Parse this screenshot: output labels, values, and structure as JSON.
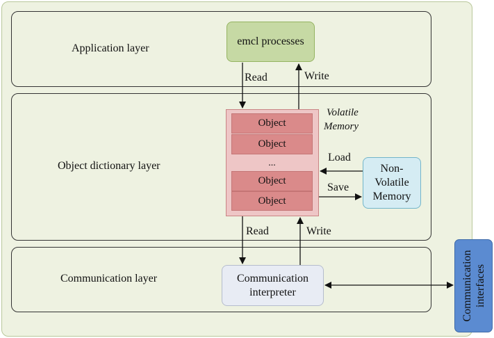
{
  "layers": {
    "application": "Application layer",
    "object_dictionary": "Object dictionary layer",
    "communication": "Communication layer"
  },
  "app_box": "emcl processes",
  "volatile_memory": {
    "label_line1": "Volatile",
    "label_line2": "Memory",
    "objects": [
      "Object",
      "Object",
      "...",
      "Object",
      "Object"
    ]
  },
  "non_volatile_memory": {
    "line1": "Non-",
    "line2": "Volatile",
    "line3": "Memory"
  },
  "comm_interpreter": {
    "line1": "Communication",
    "line2": "interpreter"
  },
  "comm_interfaces": {
    "line1": "Communication",
    "line2": "interfaces"
  },
  "arrow_labels": {
    "read_top": "Read",
    "write_top": "Write",
    "load": "Load",
    "save": "Save",
    "read_bottom": "Read",
    "write_bottom": "Write"
  },
  "colors": {
    "outer_fill": "#eef2e1",
    "app_box_fill": "#c6d9a4",
    "object_fill": "#da8a8a",
    "volatile_fill": "#eec6c6",
    "nvm_fill": "#d5ecf3",
    "interpreter_fill": "#e8ecf4",
    "interfaces_fill": "#5b8bd1"
  }
}
